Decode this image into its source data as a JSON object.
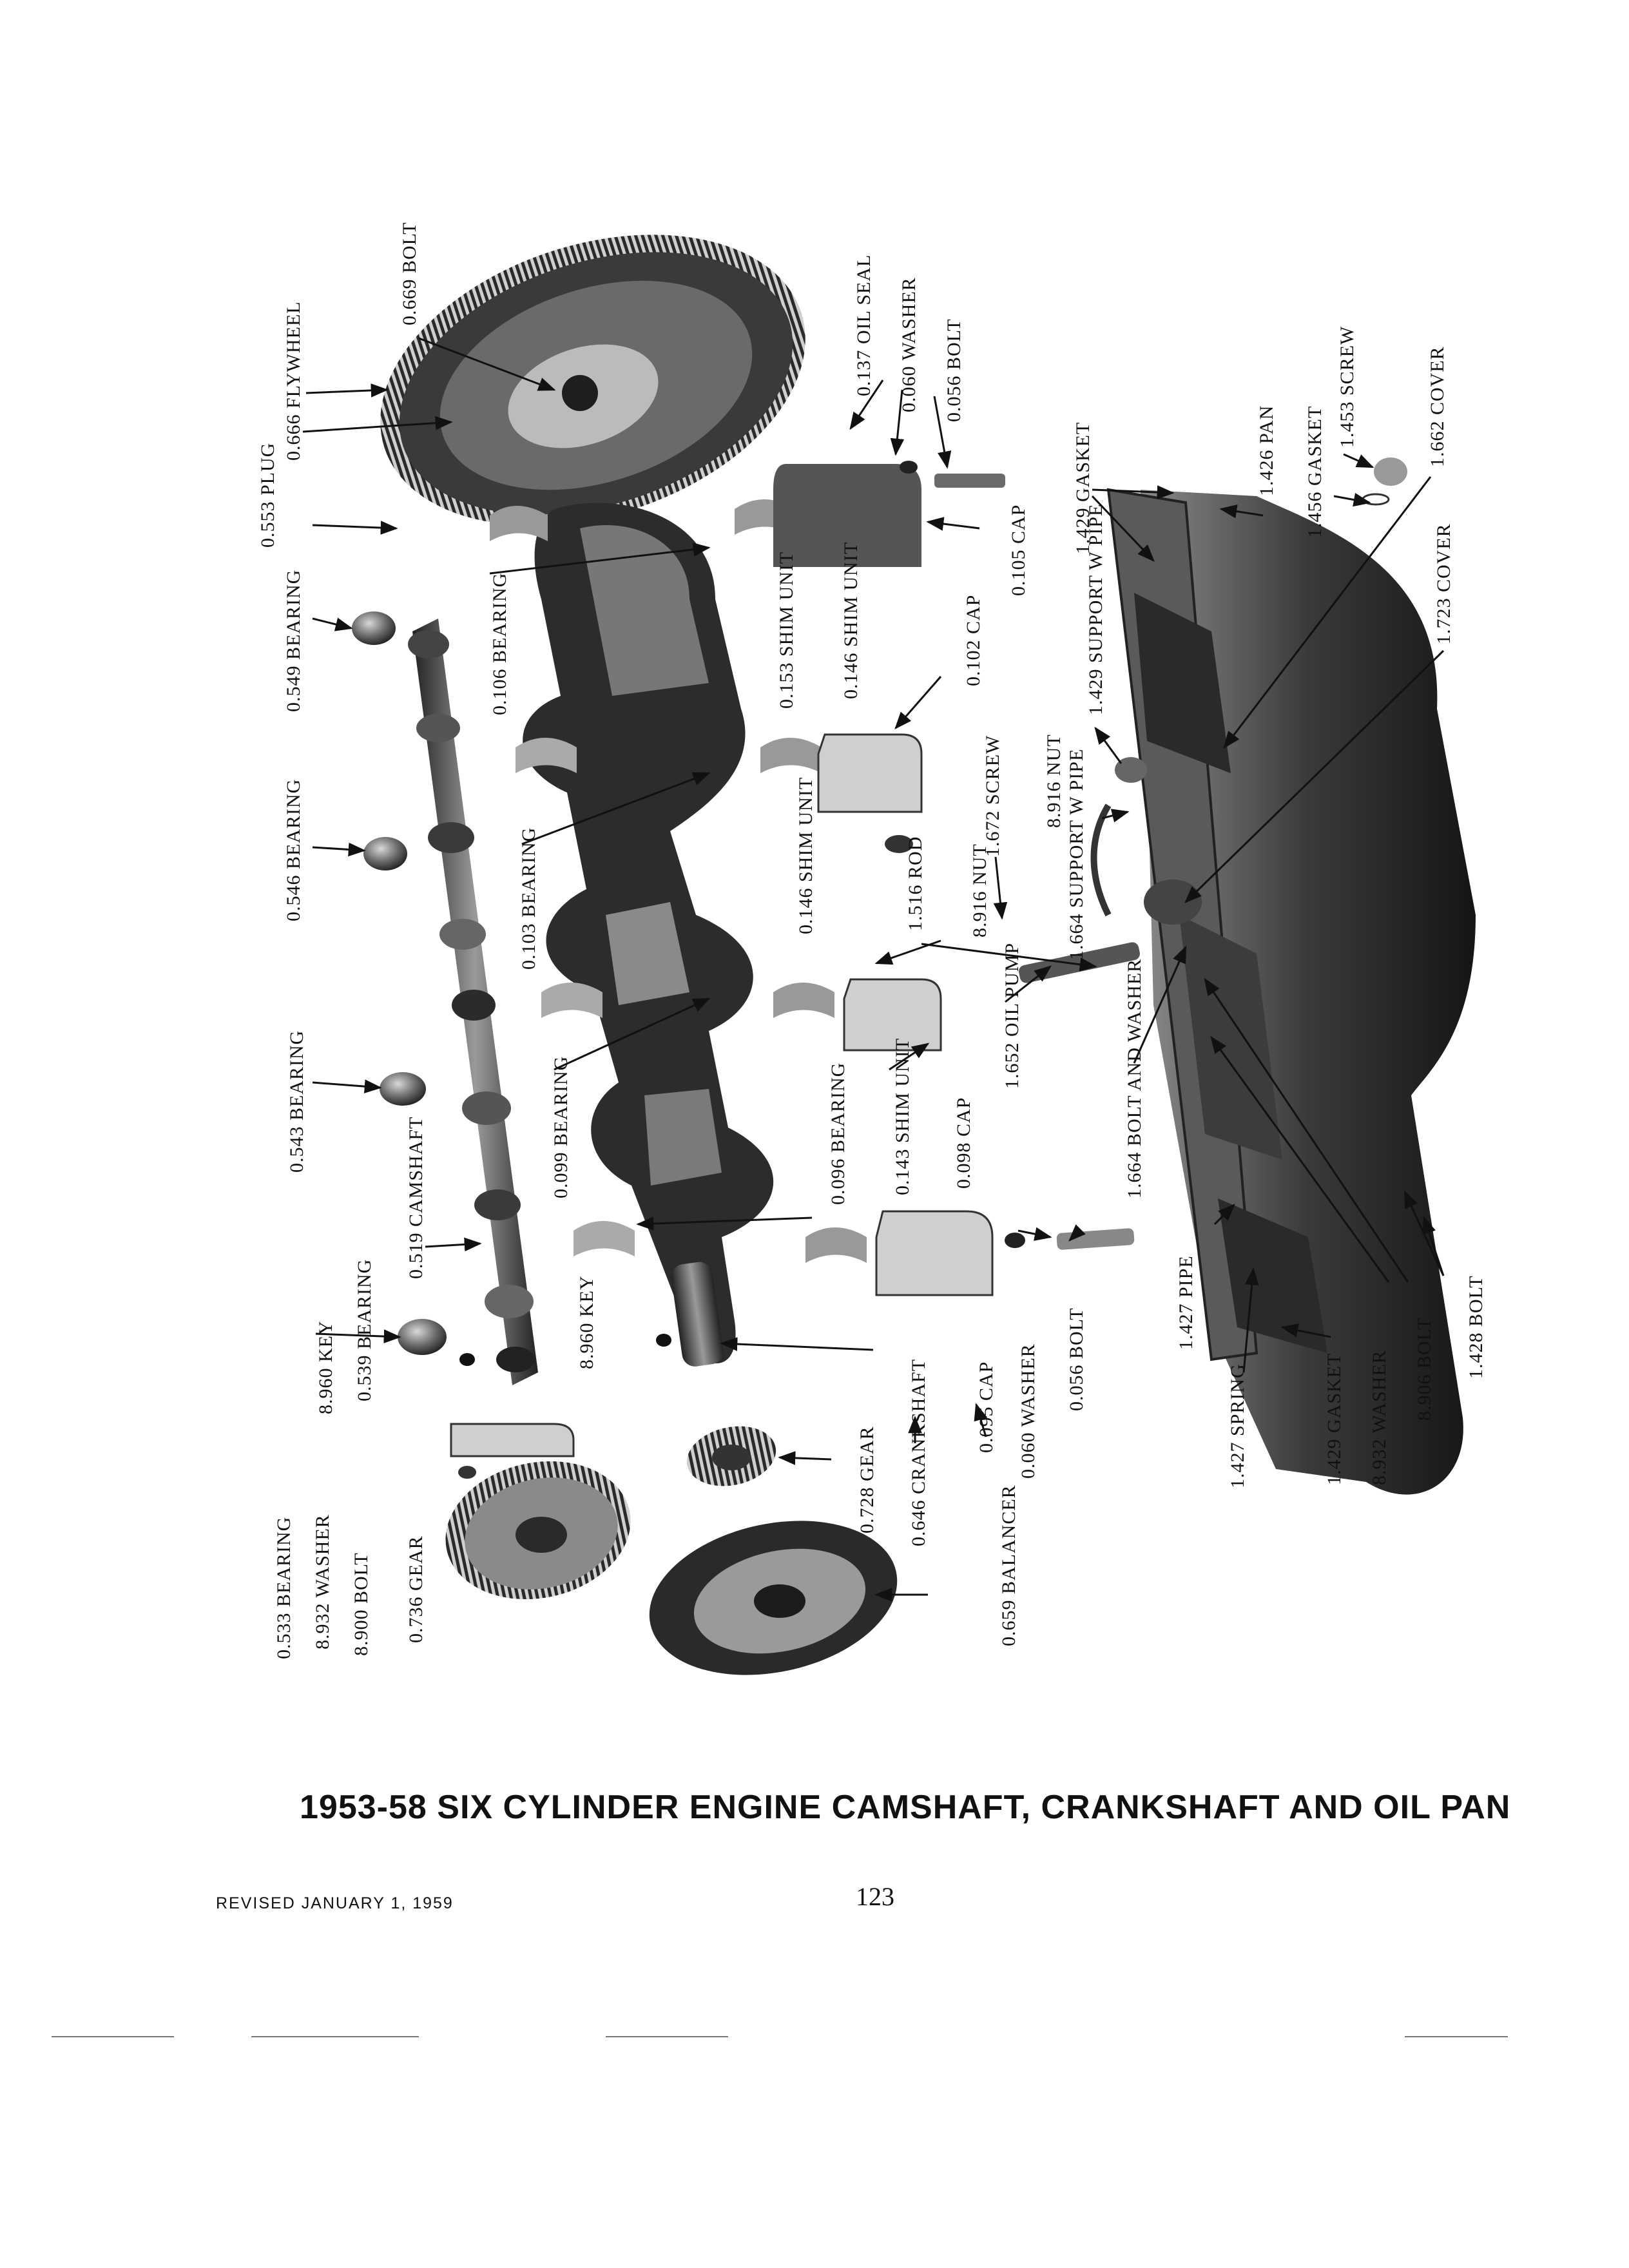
{
  "title": "1953-58 SIX CYLINDER ENGINE CAMSHAFT, CRANKSHAFT AND OIL PAN",
  "revised": "REVISED JANUARY 1, 1959",
  "page_number": "123",
  "callouts": {
    "c1": "0.669 BOLT",
    "c2": "0.666 FLYWHEEL",
    "c3": "0.553 PLUG",
    "c4": "0.549 BEARING",
    "c5": "0.106 BEARING",
    "c6": "0.546 BEARING",
    "c7": "0.103 BEARING",
    "c8": "0.543 BEARING",
    "c9": "0.099 BEARING",
    "c10": "0.519 CAMSHAFT",
    "c11": "0.539 BEARING",
    "c12": "8.960 KEY",
    "c13": "8.960 KEY",
    "c14": "0.533 BEARING",
    "c15": "8.932 WASHER",
    "c16": "8.900 BOLT",
    "c17": "0.736 GEAR",
    "c18": "0.137 OIL SEAL",
    "c19": "0.060 WASHER",
    "c20": "0.056 BOLT",
    "c21": "0.105 CAP",
    "c22": "0.153 SHIM UNIT",
    "c23": "0.146 SHIM UNIT",
    "c24": "0.102 CAP",
    "c25": "0.146 SHIM UNIT",
    "c26": "1.516 ROD",
    "c27": "1.672 SCREW",
    "c28": "8.916 NUT",
    "c29": "1.652 OIL PUMP",
    "c30": "0.096 BEARING",
    "c31": "0.143 SHIM UNIT",
    "c32": "0.098 CAP",
    "c33": "0.646 CRANKSHAFT",
    "c34": "0.095 CAP",
    "c35": "0.060 WASHER",
    "c36": "0.056 BOLT",
    "c37": "0.728 GEAR",
    "c38": "0.659 BALANCER",
    "c39": "1.429 GASKET",
    "c40": "1.426 PAN",
    "c41": "1.456 GASKET",
    "c42": "1.453 SCREW",
    "c43": "1.662 COVER",
    "c44": "1.723 COVER",
    "c45": "1.429 SUPPORT W PIPE",
    "c46": "8.916 NUT",
    "c47": "1.664 SUPPORT W PIPE",
    "c48": "1.664 BOLT AND WASHER",
    "c49": "1.427 PIPE",
    "c50": "1.427 SPRING",
    "c51": "1.429 GASKET",
    "c52": "8.932 WASHER",
    "c53": "8.906 BOLT",
    "c54": "1.428 BOLT"
  },
  "colors": {
    "ink": "#111111",
    "metal_dark": "#2a2a2a",
    "metal_mid": "#6b6b6b",
    "metal_light": "#bdbdbd",
    "paper": "#ffffff"
  }
}
